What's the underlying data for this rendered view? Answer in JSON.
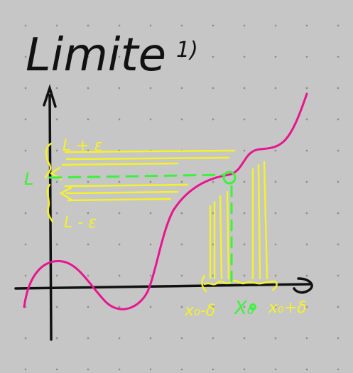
{
  "note": {
    "title": "Limite",
    "number": "1)"
  },
  "labels": {
    "l_plus_eps": "L + ε",
    "l": "L",
    "l_minus_eps": "L - ε",
    "x0_minus_delta": "x₀-δ",
    "x0": "X₀",
    "x0_plus_delta": "x₀+δ"
  },
  "colors": {
    "background": "#c6c6c6",
    "grid_dot": "#8e8e8e",
    "ink": "#111111",
    "curve": "#e8158e",
    "highlight": "#f4f22a",
    "guide": "#3cf23c"
  }
}
